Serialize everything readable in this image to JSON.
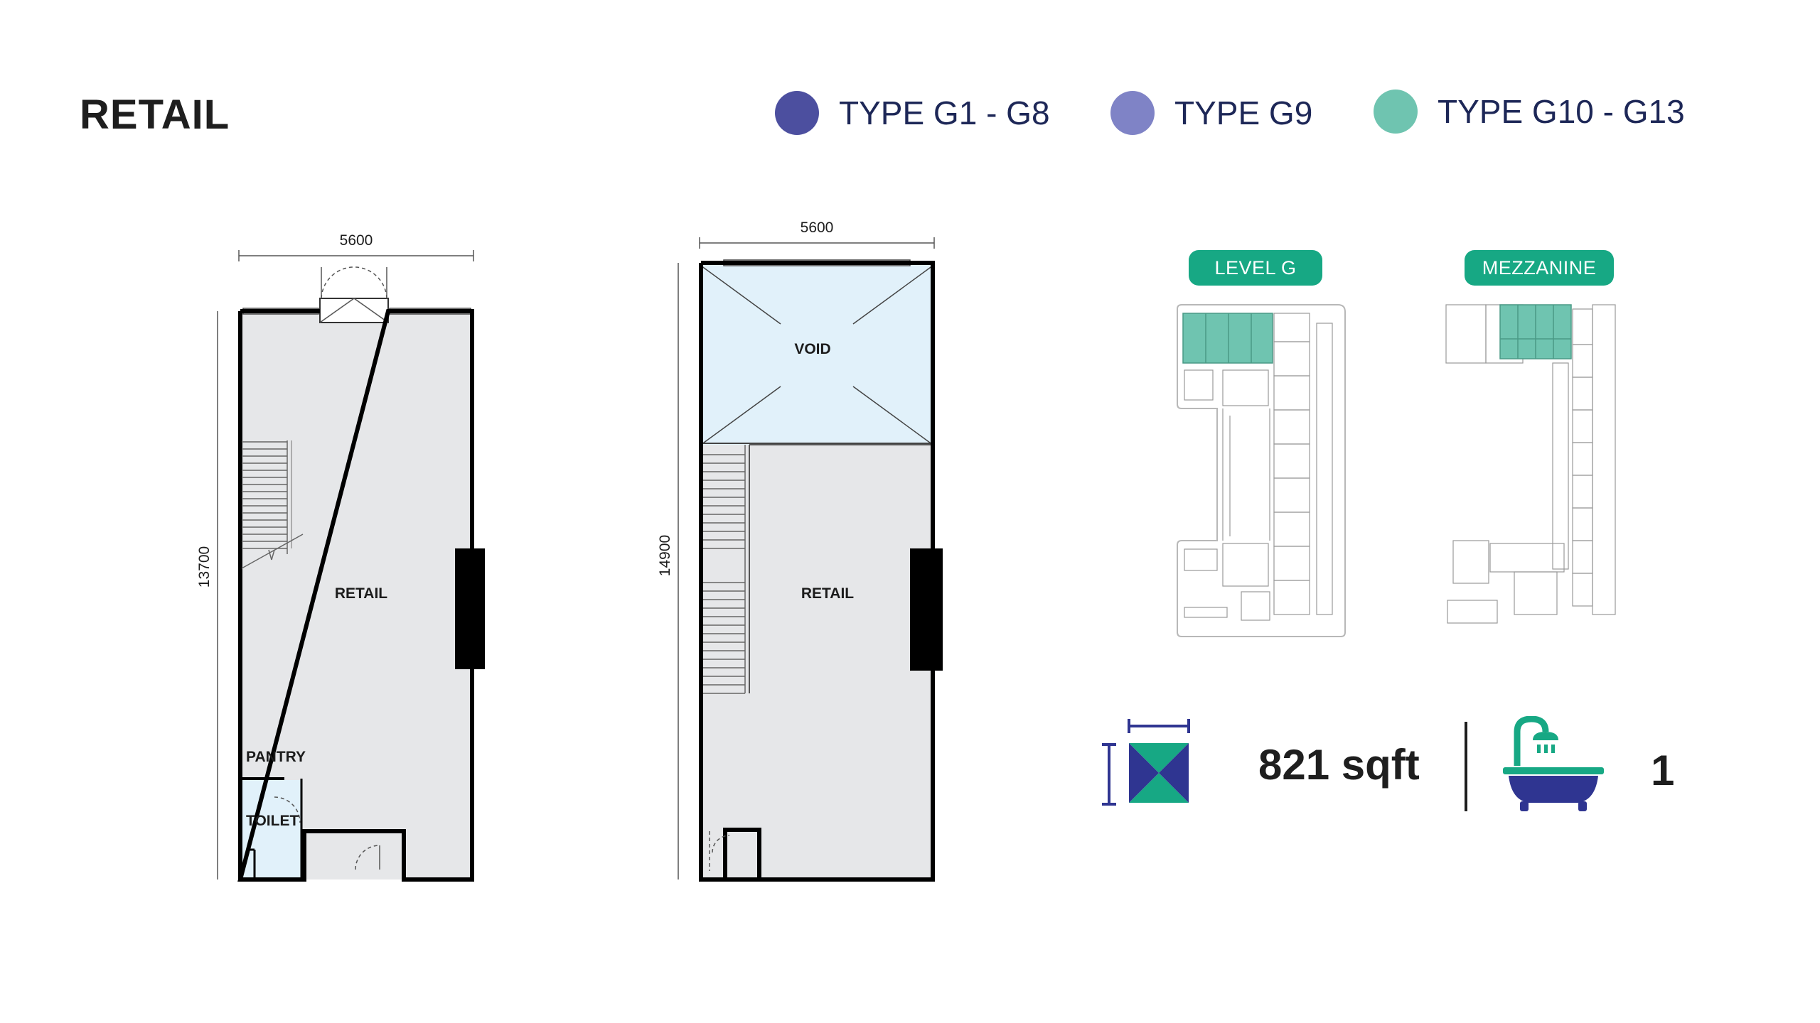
{
  "page": {
    "title": "RETAIL"
  },
  "legend": [
    {
      "label": "TYPE G1 - G8",
      "color": "#4c4f9f"
    },
    {
      "label": "TYPE G9",
      "color": "#7f83c6"
    },
    {
      "label": "TYPE G10 - G13",
      "color": "#6fc4b0"
    }
  ],
  "plan_ground": {
    "width_dim": "5600",
    "depth_dim": "13700",
    "labels": {
      "retail": "RETAIL",
      "pantry": "PANTRY",
      "toilet": "TOILET"
    }
  },
  "plan_mezzanine": {
    "width_dim": "5600",
    "depth_dim": "14900",
    "labels": {
      "void": "VOID",
      "retail": "RETAIL"
    }
  },
  "key_plans": {
    "level_g": "LEVEL G",
    "mezzanine": "MEZZANINE"
  },
  "stats": {
    "area": "821 sqft",
    "bathrooms": "1"
  },
  "colors": {
    "teal": "#17a884",
    "teal_light": "#6fc4b0",
    "navy": "#2f3591",
    "floor_gray": "#e6e7e9",
    "void_blue": "#e1f1fa"
  }
}
